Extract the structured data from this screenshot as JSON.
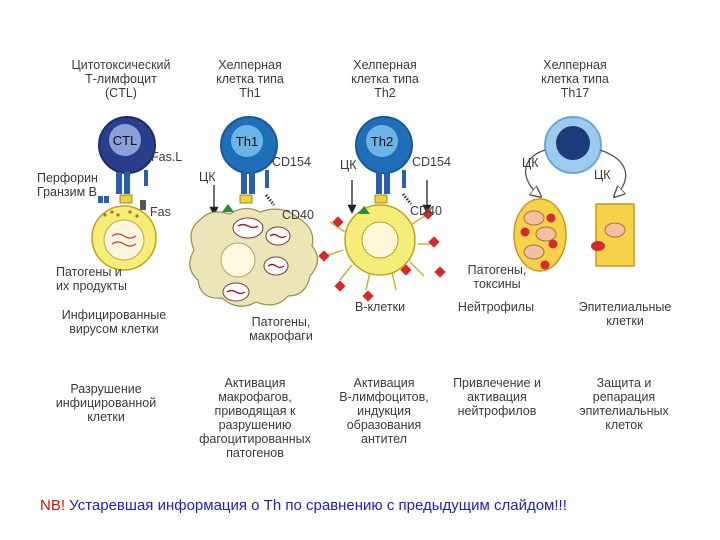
{
  "columns": [
    {
      "title": "Цитотоксический\nТ-лимфоцит\n(CTL)",
      "cell_label": "CTL",
      "outcome": "Разрушение\nинфицированной\nклетки"
    },
    {
      "title": "Хелперная\nклетка типа\nTh1",
      "cell_label": "Th1",
      "outcome": "Активация\nмакрофагов,\nприводящая к\nразрушению\nфагоцитированных\nпатогенов"
    },
    {
      "title": "Хелперная\nклетка типа\nTh2",
      "cell_label": "Th2",
      "outcome": "Активация\nВ-лимфоцитов,\nиндукция\nобразования\nантител"
    },
    {
      "title": "",
      "cell_label": "",
      "outcome": "Привлечение и\nактивация\nнейтрофилов"
    },
    {
      "title": "Хелперная\nклетка типа\nTh17",
      "cell_label": "",
      "outcome": "Защита и\nрепарация\nэпителиальных\nклеток"
    }
  ],
  "annotations": {
    "fasl": "Fas.L",
    "perforin": "Перфорин\nГранзим В",
    "fas": "Fas",
    "cd154_1": "CD154",
    "cd154_2": "CD154",
    "cd40_1": "CD40",
    "cd40_2": "CD40",
    "ck1": "ЦК",
    "ck2": "ЦК",
    "ck3": "ЦК",
    "ck4": "ЦК",
    "pathogens_products": "Патогены и\nих продукты",
    "infected_cells": "Инфицированные\nвирусом клетки",
    "pathogens_macrophages": "Патогены,\nмакрофаги",
    "pathogens_toxins": "Патогены,\nтоксины",
    "b_cells": "В-клетки",
    "neutrophils": "Нейтрофилы",
    "epithelial": "Эпителиальные\nклетки"
  },
  "footer": {
    "nb": "NB!",
    "text": " Устаревшая информация о Th по сравнению с предыдущим слайдом!!!"
  },
  "colors": {
    "tcell_ring": "#2a7bc0",
    "tcell_fill": "#6ab4e8",
    "tcell_dark": "#1d3a7a",
    "yellow": "#f6ec7a",
    "macrophage": "#ece5b8",
    "red": "#d42a2a",
    "text_blue": "#2020c0",
    "text_red": "#d01010"
  }
}
